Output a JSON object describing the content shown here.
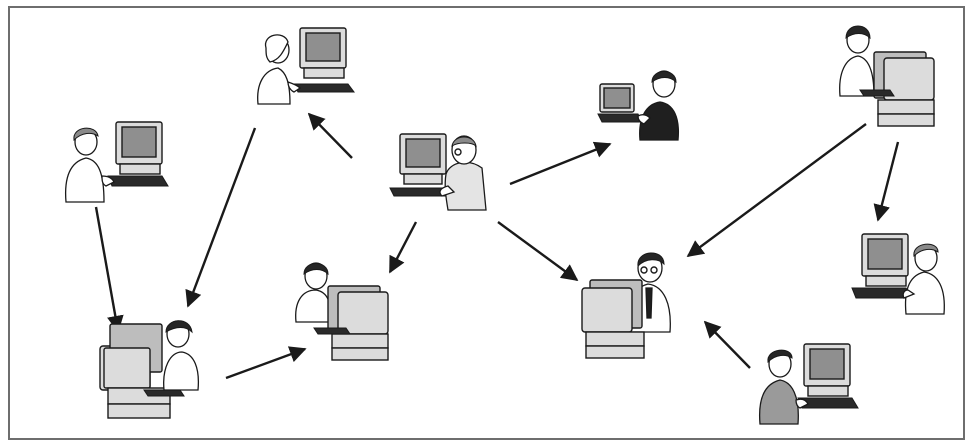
{
  "diagram": {
    "nodes": [
      {
        "id": "hub",
        "icon": "man-with-glasses-at-desktop-icon"
      },
      {
        "id": "woman-top-left",
        "icon": "woman-at-desktop-icon"
      },
      {
        "id": "man-left",
        "icon": "man-at-desktop-icon"
      },
      {
        "id": "woman-bottom-left",
        "icon": "woman-with-computer-tower-icon"
      },
      {
        "id": "woman-center",
        "icon": "woman-with-computer-tower-icon"
      },
      {
        "id": "man-laptop",
        "icon": "man-with-laptop-icon"
      },
      {
        "id": "woman-top-right",
        "icon": "woman-with-computer-tower-icon"
      },
      {
        "id": "man-right",
        "icon": "man-at-desktop-icon"
      },
      {
        "id": "man-tie-center",
        "icon": "man-with-tie-and-computer-tower-icon"
      },
      {
        "id": "man-bottom-right",
        "icon": "man-in-suit-at-desktop-icon"
      }
    ],
    "edges": [
      {
        "from": "hub",
        "to": "woman-top-left"
      },
      {
        "from": "hub",
        "to": "man-laptop"
      },
      {
        "from": "hub",
        "to": "woman-center"
      },
      {
        "from": "hub",
        "to": "man-tie-center"
      },
      {
        "from": "woman-top-left",
        "to": "woman-bottom-left"
      },
      {
        "from": "man-left",
        "to": "woman-bottom-left"
      },
      {
        "from": "woman-bottom-left",
        "to": "woman-center"
      },
      {
        "from": "woman-top-right",
        "to": "man-tie-center"
      },
      {
        "from": "woman-top-right",
        "to": "man-right"
      },
      {
        "from": "man-bottom-right",
        "to": "man-tie-center"
      }
    ],
    "colors": {
      "ink": "#1a1a1a",
      "frame": "#6e6e6e",
      "background": "#ffffff"
    }
  }
}
